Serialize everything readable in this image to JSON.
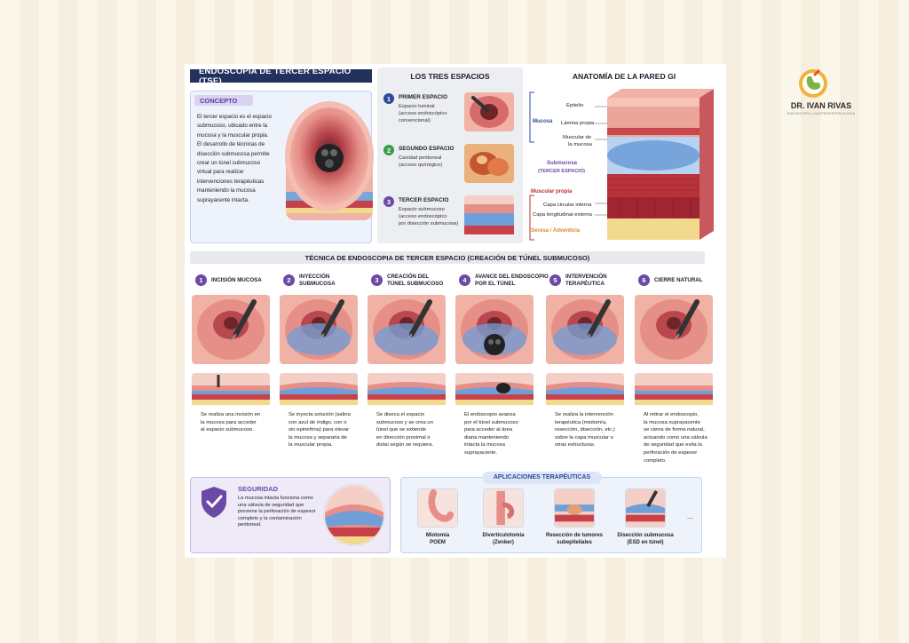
{
  "brand": {
    "name": "DR. IVAN RIVAS",
    "subtitle": "ENDOSCOPIA | GASTROENTEROLOGÍA"
  },
  "concept": {
    "header": "ENDOSCOPIA DE TERCER ESPACIO (TSE)",
    "tag": "CONCEPTO",
    "lines": [
      "El tercer espacio es el espacio",
      "submucoso, ubicado entre la",
      "mucosa y la muscular propia.",
      "El desarrollo de técnicas de",
      "disección submucosa permite",
      "crear un túnel submucoso",
      "virtual para realizar",
      "intervenciones terapéuticas",
      "manteniendo la mucosa",
      "suprayacente intacta."
    ]
  },
  "spaces": {
    "header": "LOS TRES ESPACIOS",
    "items": [
      {
        "num": "1",
        "title": "PRIMER ESPACIO",
        "lines": [
          "Espacio luminal",
          "(acceso endoscópico",
          "convencional)"
        ]
      },
      {
        "num": "2",
        "title": "SEGUNDO ESPACIO",
        "lines": [
          "Cavidad peritoneal",
          "(acceso quirúrgico)"
        ]
      },
      {
        "num": "3",
        "title": "TERCER ESPACIO",
        "lines": [
          "Espacio submucoso",
          "(acceso endoscópico",
          "por disección submucosa)"
        ]
      }
    ]
  },
  "anatomy": {
    "header": "ANATOMÍA DE LA PARED GI",
    "mucosa": "Mucosa",
    "epitelio": "Epitelio",
    "lamina": "Lámina propia",
    "muscularis_1": "Muscular de",
    "muscularis_2": "la mucosa",
    "submucosa_1": "Submucosa",
    "submucosa_2": "(TERCER ESPACIO)",
    "muscular_propia": "Muscular propia",
    "circular": "Capa circular interna",
    "longitudinal": "Capa longitudinal externa",
    "serosa": "Serosa / Adventicia"
  },
  "technique": {
    "header": "TÉCNICA DE ENDOSCOPIA DE TERCER ESPACIO (CREACIÓN DE TÚNEL SUBMUCOSO)",
    "steps": [
      {
        "num": "1",
        "title": [
          "INCISIÓN MUCOSA"
        ],
        "text": [
          "Se realiza una incisión en",
          "la mucosa para acceder",
          "al espacio submucoso."
        ]
      },
      {
        "num": "2",
        "title": [
          "INYECCIÓN",
          "SUBMUCOSA"
        ],
        "text": [
          "Se inyecta solución (salina",
          "con azul de índigo, con o",
          "sin epinefrina) para elevar",
          "la mucosa y separarla de",
          "la muscular propia."
        ]
      },
      {
        "num": "3",
        "title": [
          "CREACIÓN DEL",
          "TÚNEL SUBMUCOSO"
        ],
        "text": [
          "Se diseca el espacio",
          "submucoso y se crea un",
          "túnel que se extiende",
          "en dirección proximal o",
          "distal según se requiera."
        ]
      },
      {
        "num": "4",
        "title": [
          "AVANCE DEL ENDOSCOPIO",
          "POR EL TÚNEL"
        ],
        "text": [
          "El endoscopio avanza",
          "por el túnel submucoso",
          "para acceder al área",
          "diana manteniendo",
          "intacta la mucosa",
          "suprayacente."
        ]
      },
      {
        "num": "5",
        "title": [
          "INTERVENCIÓN",
          "TERAPÉUTICA"
        ],
        "text": [
          "Se realiza la intervención",
          "terapéutica (miotomía,",
          "resección, disección, etc.)",
          "sobre la capa muscular u",
          "otras estructuras."
        ]
      },
      {
        "num": "6",
        "title": [
          "CIERRE NATURAL"
        ],
        "text": [
          "Al retirar el endoscopio,",
          "la mucosa suprayacente",
          "se cierra de forma natural,",
          "actuando como una válvula",
          "de seguridad que evita la",
          "perforación de espesor",
          "completo."
        ]
      }
    ]
  },
  "safety": {
    "title": "SEGURIDAD",
    "lines": [
      "La mucosa intacta funciona como",
      "una válvula de seguridad que",
      "previene la perforación de espesor",
      "completo y la contaminación",
      "peritoneal."
    ]
  },
  "applications": {
    "header": "APLICACIONES TERAPÉUTICAS",
    "items": [
      {
        "title": [
          "Miotomía",
          "POEM"
        ]
      },
      {
        "title": [
          "Diverticulotomía",
          "(Zenker)"
        ]
      },
      {
        "title": [
          "Resección de tumores",
          "subepiteliales"
        ]
      },
      {
        "title": [
          "Disección submucosa",
          "(ESD en túnel)"
        ]
      }
    ],
    "more": "..."
  },
  "colors": {
    "navy": "#22315e",
    "purple": "#6a4aa5",
    "mucosa_pink": "#e98f88",
    "submucosa_blue": "#6f9fd8",
    "muscle_red": "#b8323a",
    "serosa_yellow": "#f3d98c"
  }
}
